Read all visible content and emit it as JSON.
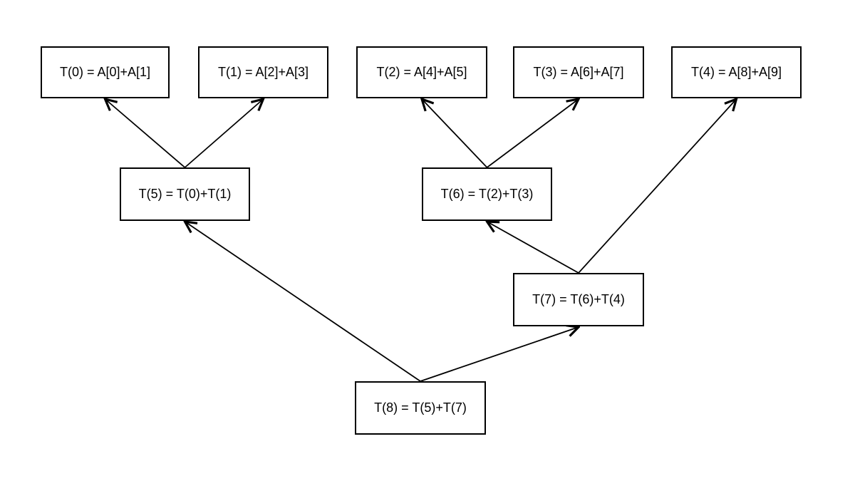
{
  "diagram": {
    "type": "task-dependency-tree",
    "background_color": "#ffffff",
    "node_fill_color": "#ffffff",
    "node_border_color": "#000000",
    "edge_color": "#000000",
    "text_color": "#000000",
    "nodes": [
      {
        "id": "t0",
        "label": "T(0) = A[0]+A[1]"
      },
      {
        "id": "t1",
        "label": "T(1) = A[2]+A[3]"
      },
      {
        "id": "t2",
        "label": "T(2) = A[4]+A[5]"
      },
      {
        "id": "t3",
        "label": "T(3) = A[6]+A[7]"
      },
      {
        "id": "t4",
        "label": "T(4) = A[8]+A[9]"
      },
      {
        "id": "t5",
        "label": "T(5) = T(0)+T(1)"
      },
      {
        "id": "t6",
        "label": "T(6) = T(2)+T(3)"
      },
      {
        "id": "t7",
        "label": "T(7) = T(6)+T(4)"
      },
      {
        "id": "t8",
        "label": "T(8) = T(5)+T(7)"
      }
    ],
    "edges": [
      {
        "from": "t5",
        "to": "t0"
      },
      {
        "from": "t5",
        "to": "t1"
      },
      {
        "from": "t6",
        "to": "t2"
      },
      {
        "from": "t6",
        "to": "t3"
      },
      {
        "from": "t7",
        "to": "t6"
      },
      {
        "from": "t7",
        "to": "t4"
      },
      {
        "from": "t8",
        "to": "t5"
      },
      {
        "from": "t8",
        "to": "t7"
      }
    ]
  }
}
